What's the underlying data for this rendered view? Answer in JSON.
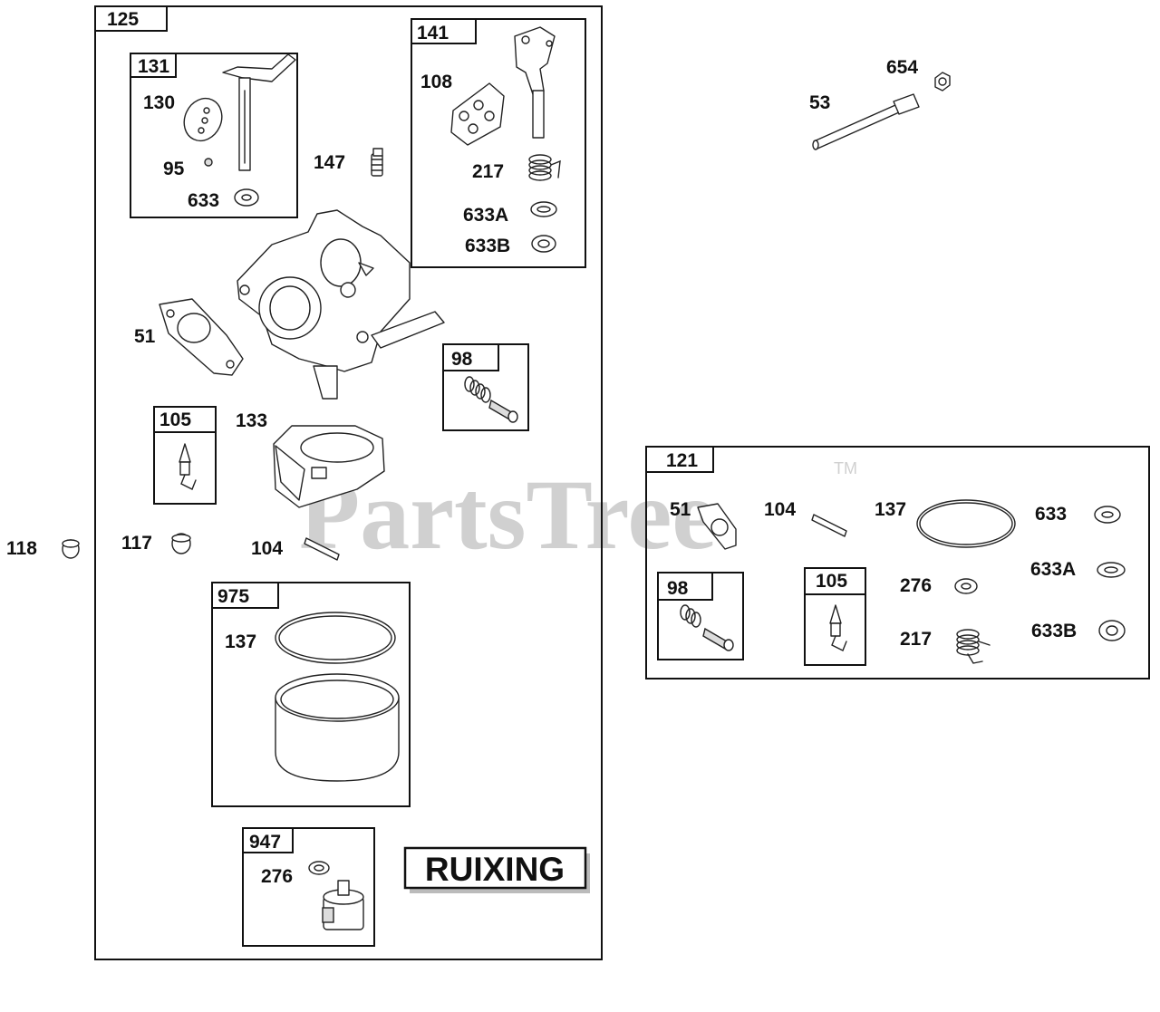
{
  "watermark": {
    "brand": "PartsTree",
    "trademark": "TM"
  },
  "logo": {
    "text": "RUIXING"
  },
  "kits": {
    "k125": "125",
    "k131": "131",
    "k141": "141",
    "k98": "98",
    "k105": "105",
    "k975": "975",
    "k947": "947",
    "k121": "121",
    "k98b": "98",
    "k105b": "105"
  },
  "callouts": {
    "p130": "130",
    "p95": "95",
    "p633": "633",
    "p147": "147",
    "p108": "108",
    "p217": "217",
    "p633A": "633A",
    "p633B": "633B",
    "p51": "51",
    "p133": "133",
    "p118": "118",
    "p117": "117",
    "p104": "104",
    "p137": "137",
    "p276": "276",
    "p654": "654",
    "p53": "53",
    "r51": "51",
    "r104": "104",
    "r137": "137",
    "r633": "633",
    "r633A": "633A",
    "r276": "276",
    "r217": "217",
    "r633B": "633B"
  }
}
